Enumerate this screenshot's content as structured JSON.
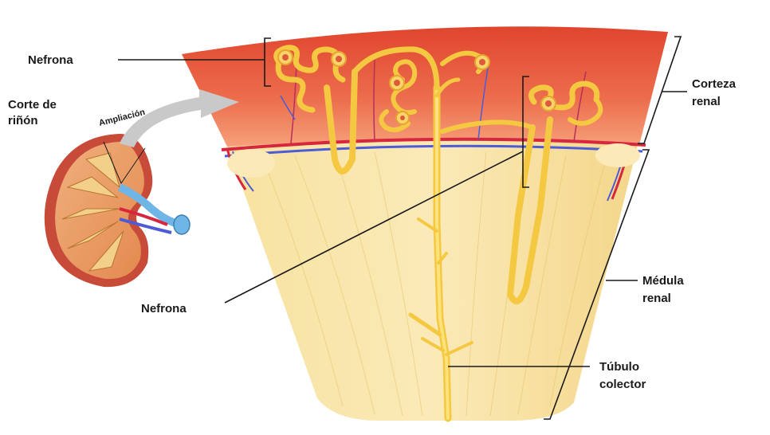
{
  "labels": {
    "nefrona_top": "Nefrona",
    "corte_line1": "Corte de",
    "corte_line2": "riñón",
    "ampliacion": "Ampliación",
    "corteza_line1": "Corteza",
    "corteza_line2": "renal",
    "medula_line1": "Médula",
    "medula_line2": "renal",
    "nefrona_bottom": "Nefrona",
    "tubulo_line1": "Túbulo",
    "tubulo_line2": "colector"
  },
  "colors": {
    "cortex": "#e8664a",
    "cortex_light": "#f39a72",
    "medulla": "#f6dc8e",
    "medulla_light": "#fbe9b0",
    "tubule": "#f5c842",
    "artery": "#d7263d",
    "vein": "#4d5bd6",
    "ureter_blue": "#6fb6e6",
    "line": "#1a1a1a"
  }
}
